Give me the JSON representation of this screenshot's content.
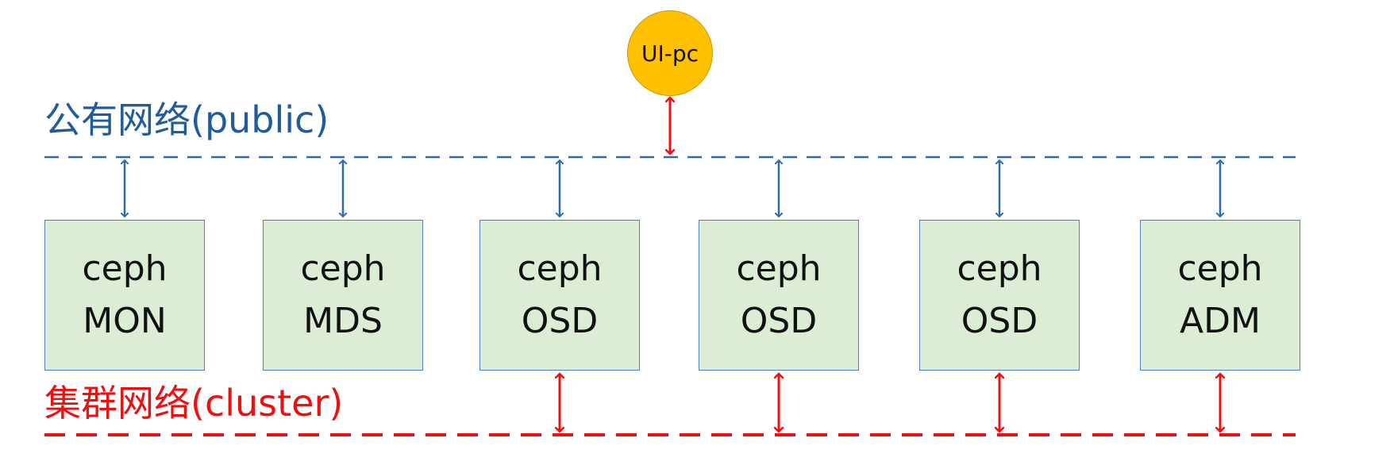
{
  "ui_pc": {
    "label": "UI-pc"
  },
  "networks": {
    "public": {
      "label": "公有网络(public)",
      "color": "#2e6ca6"
    },
    "cluster": {
      "label": "集群网络(cluster)",
      "color": "#ee1010"
    }
  },
  "nodes": [
    {
      "line1": "ceph",
      "line2": "MON",
      "public": true,
      "cluster": false
    },
    {
      "line1": "ceph",
      "line2": "MDS",
      "public": true,
      "cluster": false
    },
    {
      "line1": "ceph",
      "line2": "OSD",
      "public": true,
      "cluster": true
    },
    {
      "line1": "ceph",
      "line2": "OSD",
      "public": true,
      "cluster": true
    },
    {
      "line1": "ceph",
      "line2": "OSD",
      "public": true,
      "cluster": true
    },
    {
      "line1": "ceph",
      "line2": "ADM",
      "public": true,
      "cluster": true
    }
  ],
  "colors": {
    "node_fill": "#dcecd5",
    "node_border": "#4f81bd",
    "ui_pc_fill": "#ffc000"
  }
}
